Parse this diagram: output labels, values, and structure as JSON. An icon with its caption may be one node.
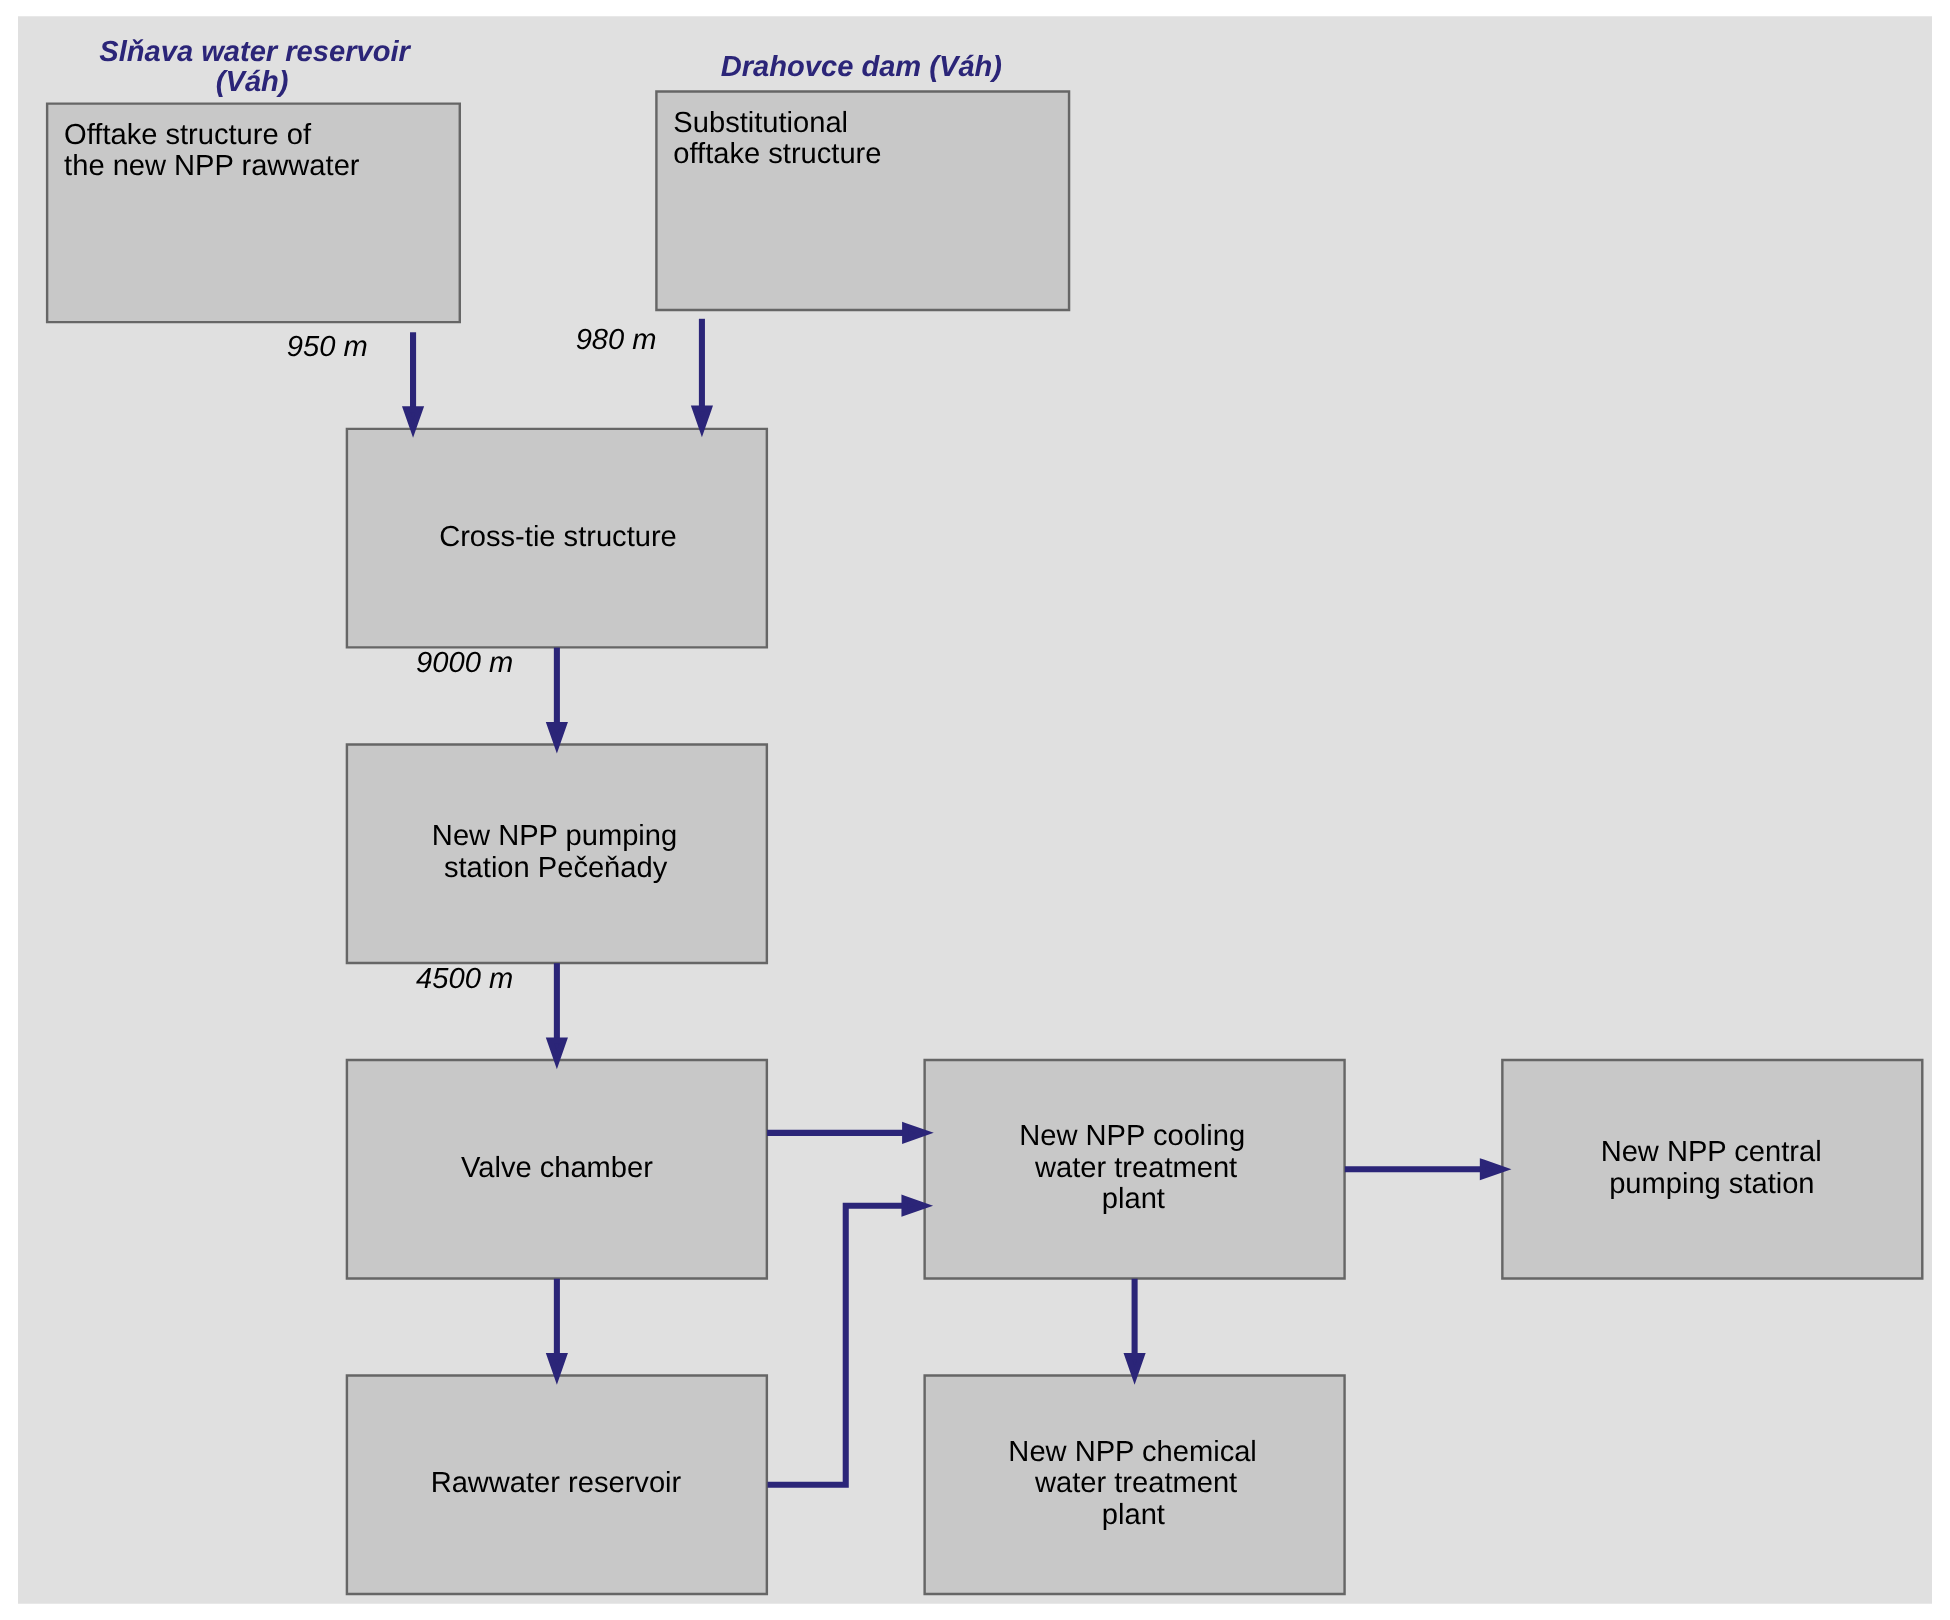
{
  "diagram": {
    "nodes": [
      {
        "text": [
          "Slňava water reservoir (Váh)",
          "Offtake structure of the new NPP rawwater"
        ]
      },
      {
        "text": [
          "Drahovce dam (Váh)",
          "Substitutional offtake structure"
        ]
      },
      {
        "text": [
          "Cross-tie structure"
        ]
      },
      {
        "text": [
          "New NPP pumping station Pečeňady"
        ]
      },
      {
        "text": [
          "Valve chamber"
        ]
      },
      {
        "text": [
          "Rawwater reservoir"
        ]
      },
      {
        "text": [
          "New NPP cooling water treatment plant"
        ]
      },
      {
        "text": [
          "New NPP central pumping station"
        ]
      },
      {
        "text": [
          "New NPP chemical water treatment plant"
        ]
      }
    ],
    "edges": [
      {
        "from": 0,
        "to": 2,
        "arrow": "to",
        "label": "950 m"
      },
      {
        "from": 1,
        "to": 2,
        "arrow": "to",
        "label": "980 m"
      },
      {
        "from": 2,
        "to": 3,
        "arrow": "to",
        "label": "9000 m"
      },
      {
        "from": 3,
        "to": 4,
        "arrow": "to",
        "label": "4500 m"
      },
      {
        "from": 4,
        "to": 6,
        "arrow": "to"
      },
      {
        "from": 4,
        "to": 5,
        "arrow": "to"
      },
      {
        "from": 5,
        "to": 6,
        "arrow": "to"
      },
      {
        "from": 6,
        "to": 7,
        "arrow": "to"
      },
      {
        "from": 6,
        "to": 8,
        "arrow": "to"
      }
    ]
  }
}
